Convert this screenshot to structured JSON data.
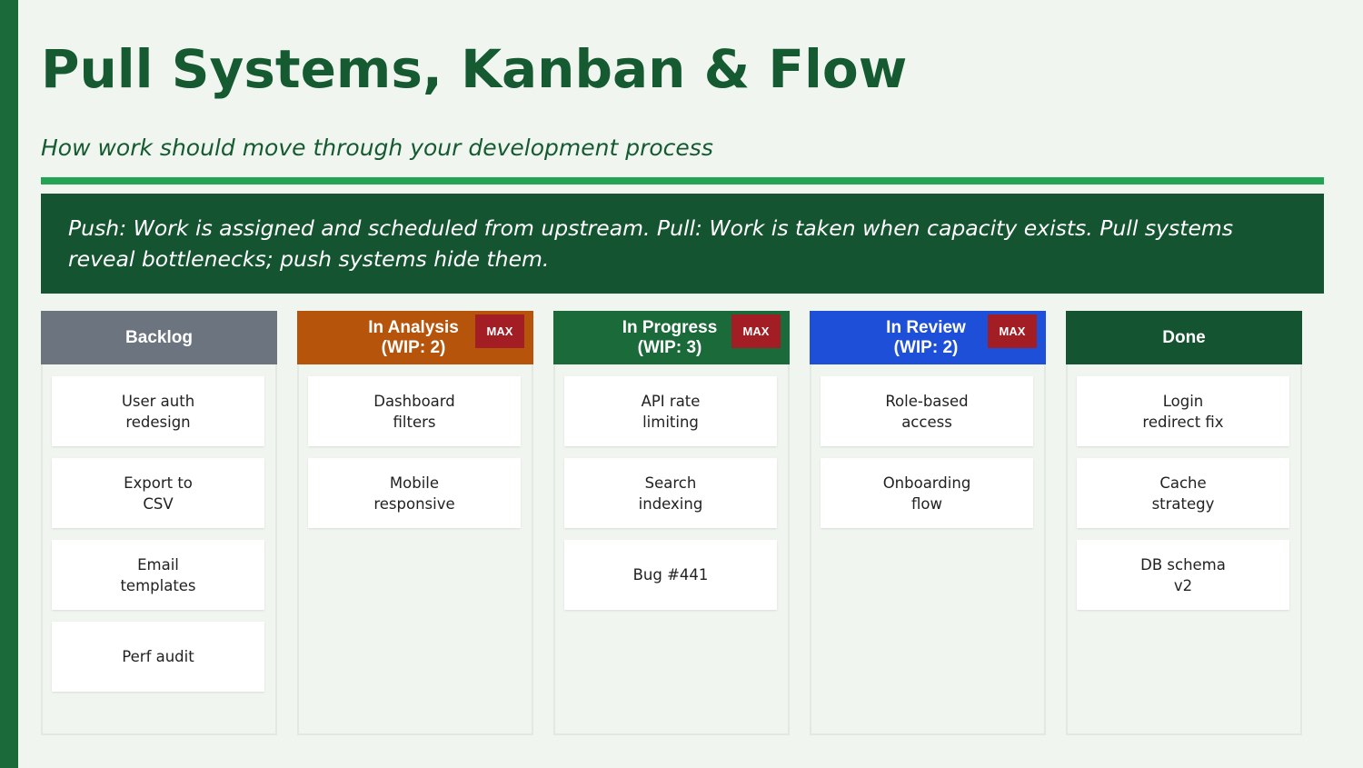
{
  "title": "Pull Systems, Kanban & Flow",
  "subtitle": "How work should move through your development process",
  "callout": "Push: Work is assigned and scheduled from upstream. Pull: Work is taken when capacity exists. Pull systems reveal bottlenecks; push systems hide them.",
  "colors": {
    "accent_bar": "#1b6b3a",
    "title": "#155a30",
    "rule": "#23a455",
    "callout_bg": "#155431",
    "max_badge": "#a31d24"
  },
  "columns": [
    {
      "title": "Backlog",
      "color": "#6c7480",
      "max": null,
      "cards": [
        "User auth\nredesign",
        "Export to\nCSV",
        "Email\ntemplates",
        "Perf audit"
      ]
    },
    {
      "title": "In Analysis\n(WIP: 2)",
      "color": "#b5540a",
      "max": "MAX",
      "cards": [
        "Dashboard\nfilters",
        "Mobile\nresponsive"
      ]
    },
    {
      "title": "In Progress\n(WIP: 3)",
      "color": "#1b6b3a",
      "max": "MAX",
      "cards": [
        "API rate\nlimiting",
        "Search\nindexing",
        "Bug #441"
      ]
    },
    {
      "title": "In Review\n(WIP: 2)",
      "color": "#1e4fd8",
      "max": "MAX",
      "cards": [
        "Role-based\naccess",
        "Onboarding\nflow"
      ]
    },
    {
      "title": "Done",
      "color": "#155431",
      "max": null,
      "cards": [
        "Login\nredirect fix",
        "Cache\nstrategy",
        "DB schema\nv2"
      ]
    }
  ]
}
